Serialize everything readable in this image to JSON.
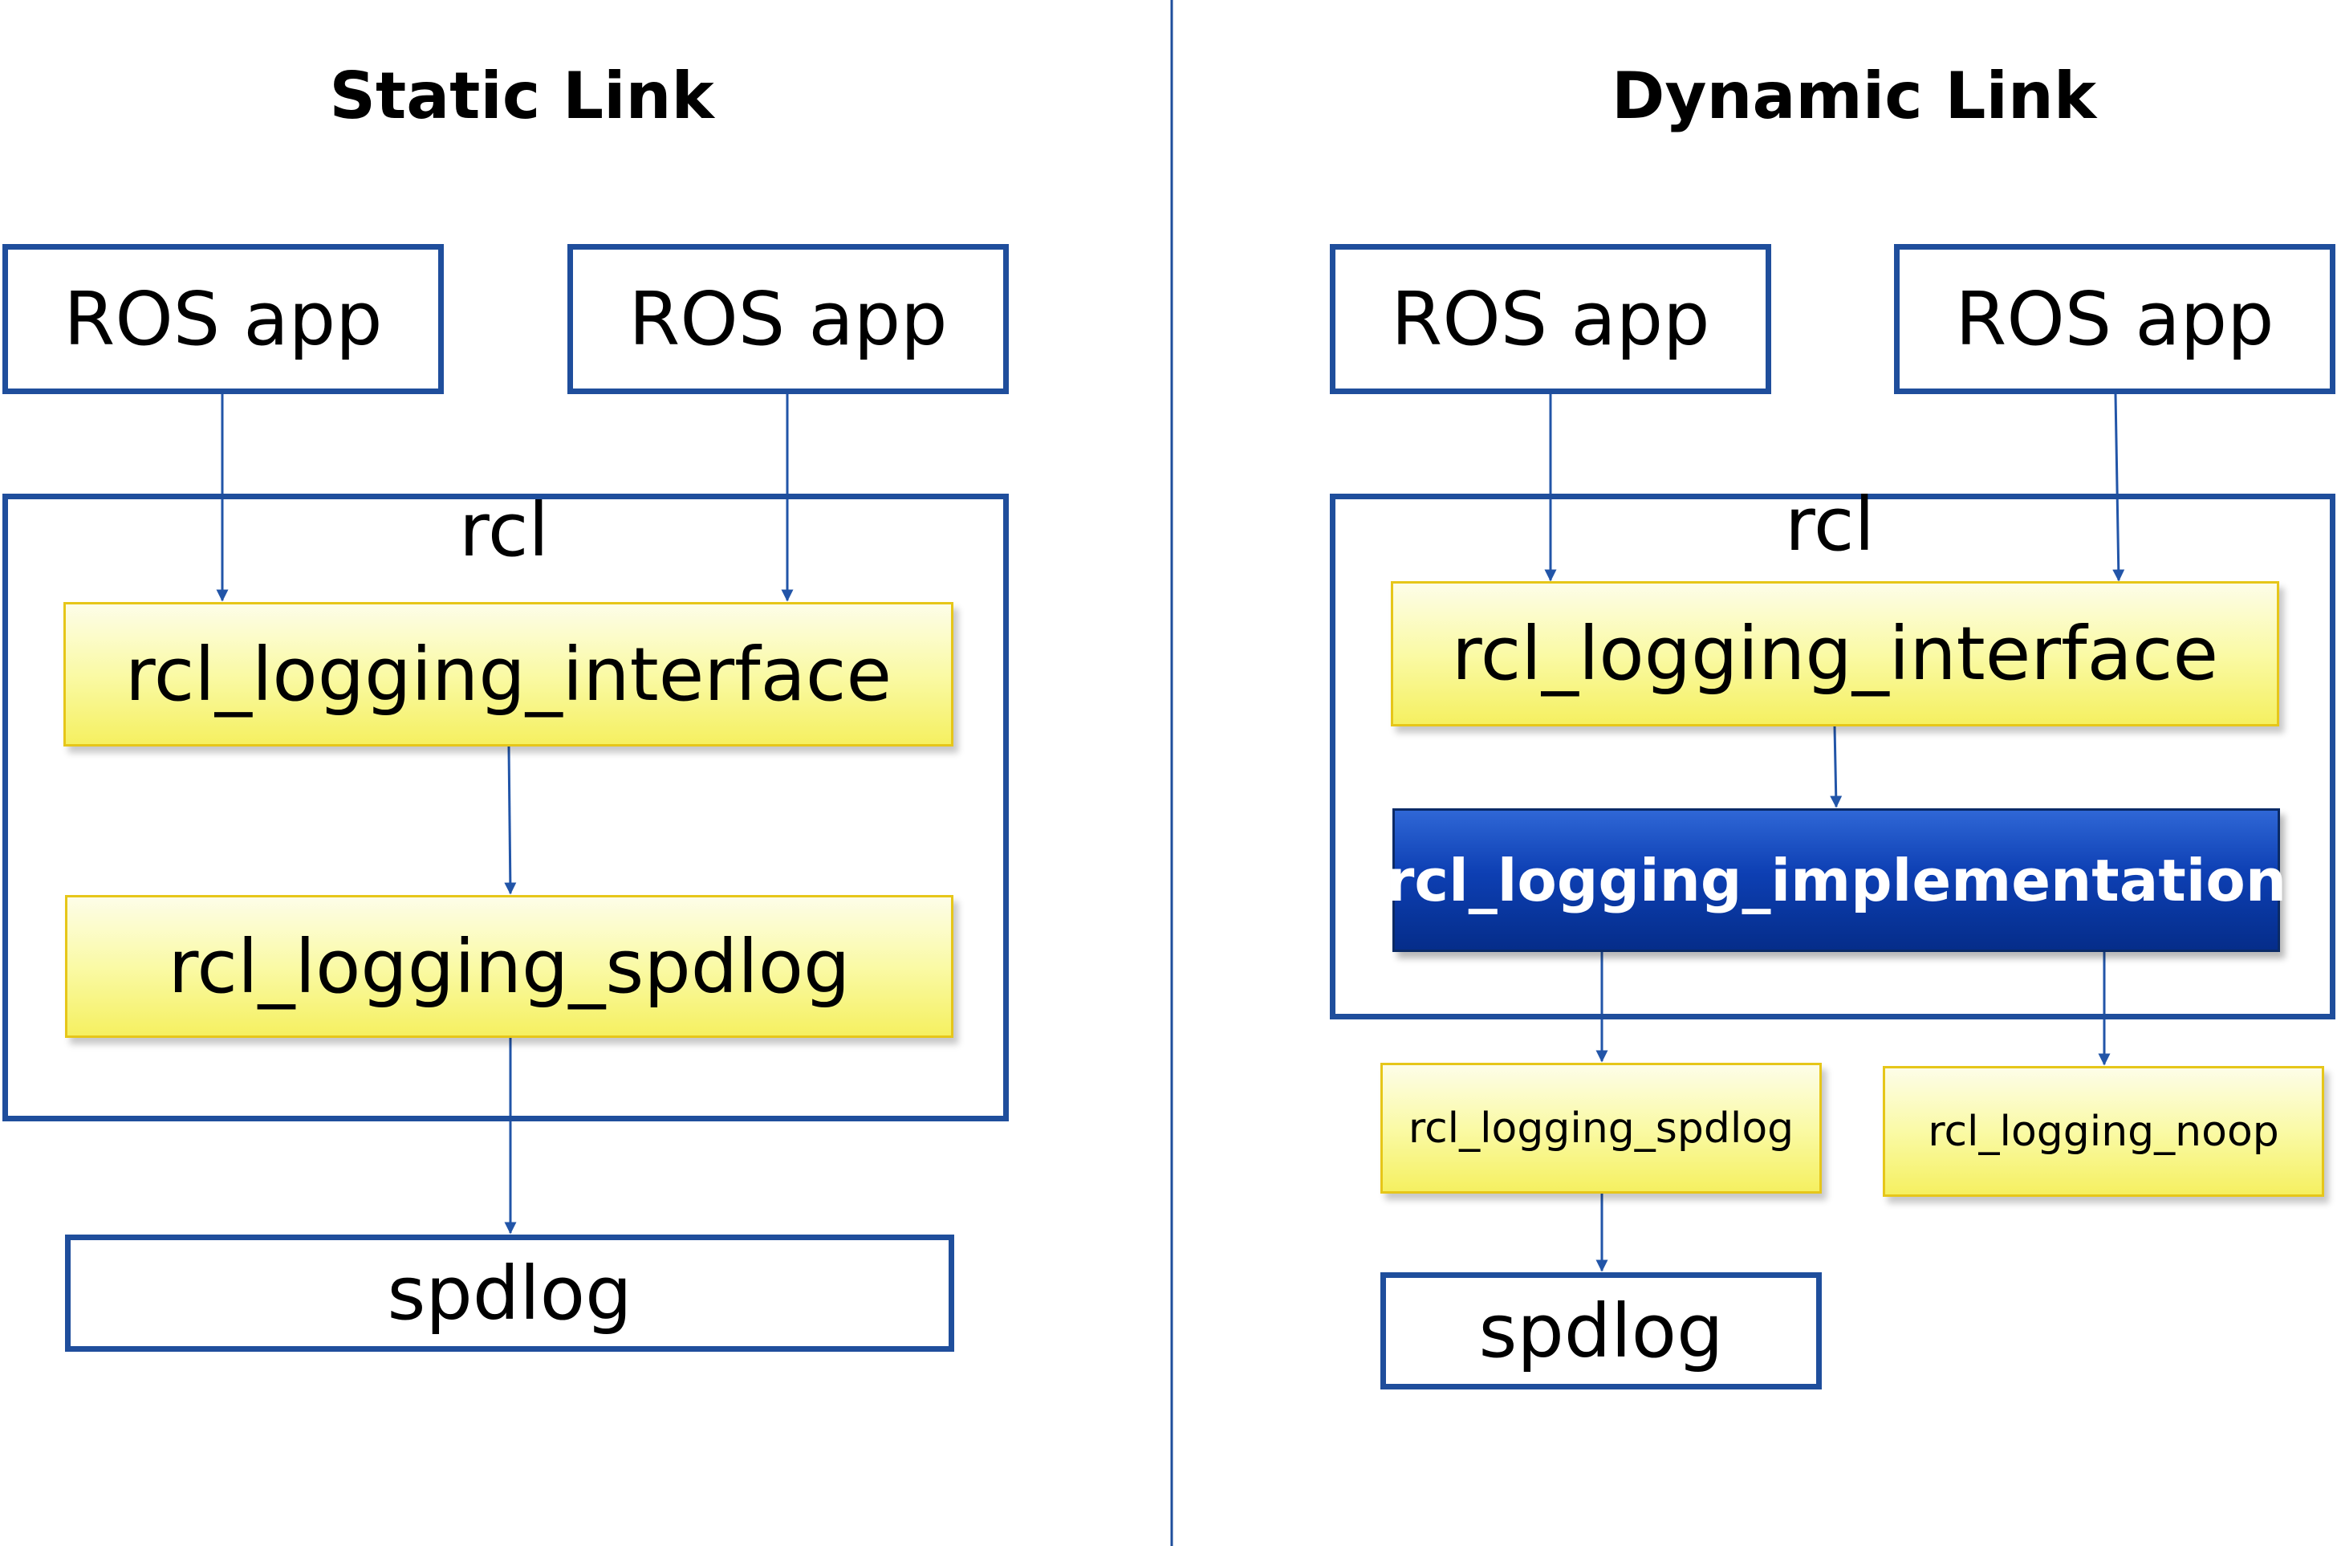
{
  "static": {
    "title": "Static Link",
    "app_left": "ROS app",
    "app_right": "ROS app",
    "container_label": "rcl",
    "interface": "rcl_logging_interface",
    "spdlog_impl": "rcl_logging_spdlog",
    "spdlog": "spdlog"
  },
  "dynamic": {
    "title": "Dynamic Link",
    "app_left": "ROS app",
    "app_right": "ROS app",
    "container_label": "rcl",
    "interface": "rcl_logging_interface",
    "implementation": "rcl_logging_implementation",
    "spdlog_impl": "rcl_logging_spdlog",
    "noop_impl": "rcl_logging_noop",
    "spdlog": "spdlog"
  },
  "colors": {
    "frame_blue": "#1f4e9c",
    "arrow_blue": "#2255a8",
    "yellow_fill": "#fafaa6",
    "impl_blue": "#0d3fb3"
  }
}
